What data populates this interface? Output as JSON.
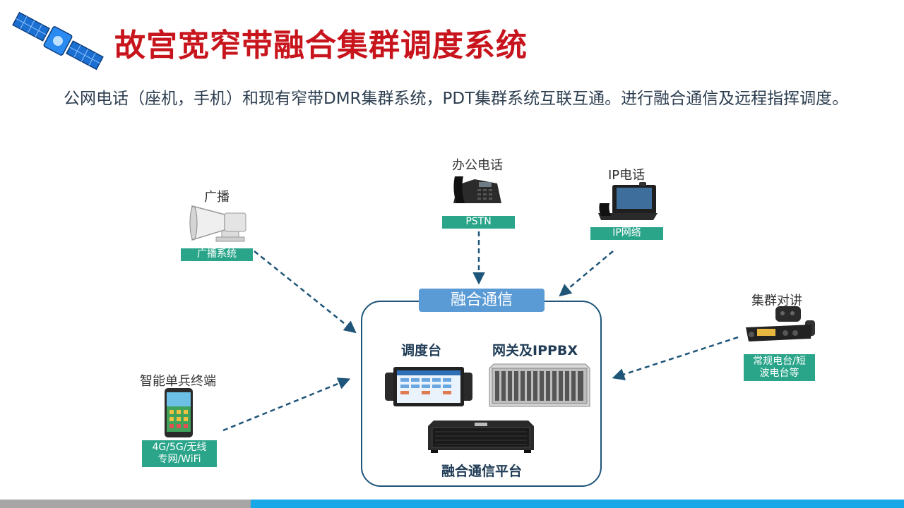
{
  "title": "故宫宽窄带融合集群调度系统",
  "intro": "公网电话（座机，手机）和现有窄带DMR集群系统，PDT集群系统互联互通。进行融合通信及远程指挥调度。",
  "devices": {
    "broadcast": {
      "label": "广播",
      "tag": "广播系统",
      "icon": "horn-speaker-icon"
    },
    "office_phone": {
      "label": "办公电话",
      "tag": "PSTN",
      "icon": "desk-phone-icon"
    },
    "ip_phone": {
      "label": "IP电话",
      "tag": "IP网络",
      "icon": "ip-phone-icon"
    },
    "trunk": {
      "label": "集群对讲",
      "tag_line1": "常规电台/短",
      "tag_line2": "波电台等",
      "icon": "mobile-radio-icon"
    },
    "smart": {
      "label": "智能单兵终端",
      "tag_line1": "4G/5G/无线",
      "tag_line2": "专网/WiFi",
      "icon": "smartphone-icon"
    }
  },
  "core": {
    "header": "融合通信",
    "dispatch_label": "调度台",
    "gateway_label": "网关及IPPBX",
    "platform_label": "融合通信平台"
  },
  "colors": {
    "title": "#c8141c",
    "tag": "#2aa58a",
    "core_header": "#5b9bd5",
    "arrow": "#1e5578",
    "bottom_left": "#a6a6a6",
    "bottom_right": "#15a7e6"
  }
}
